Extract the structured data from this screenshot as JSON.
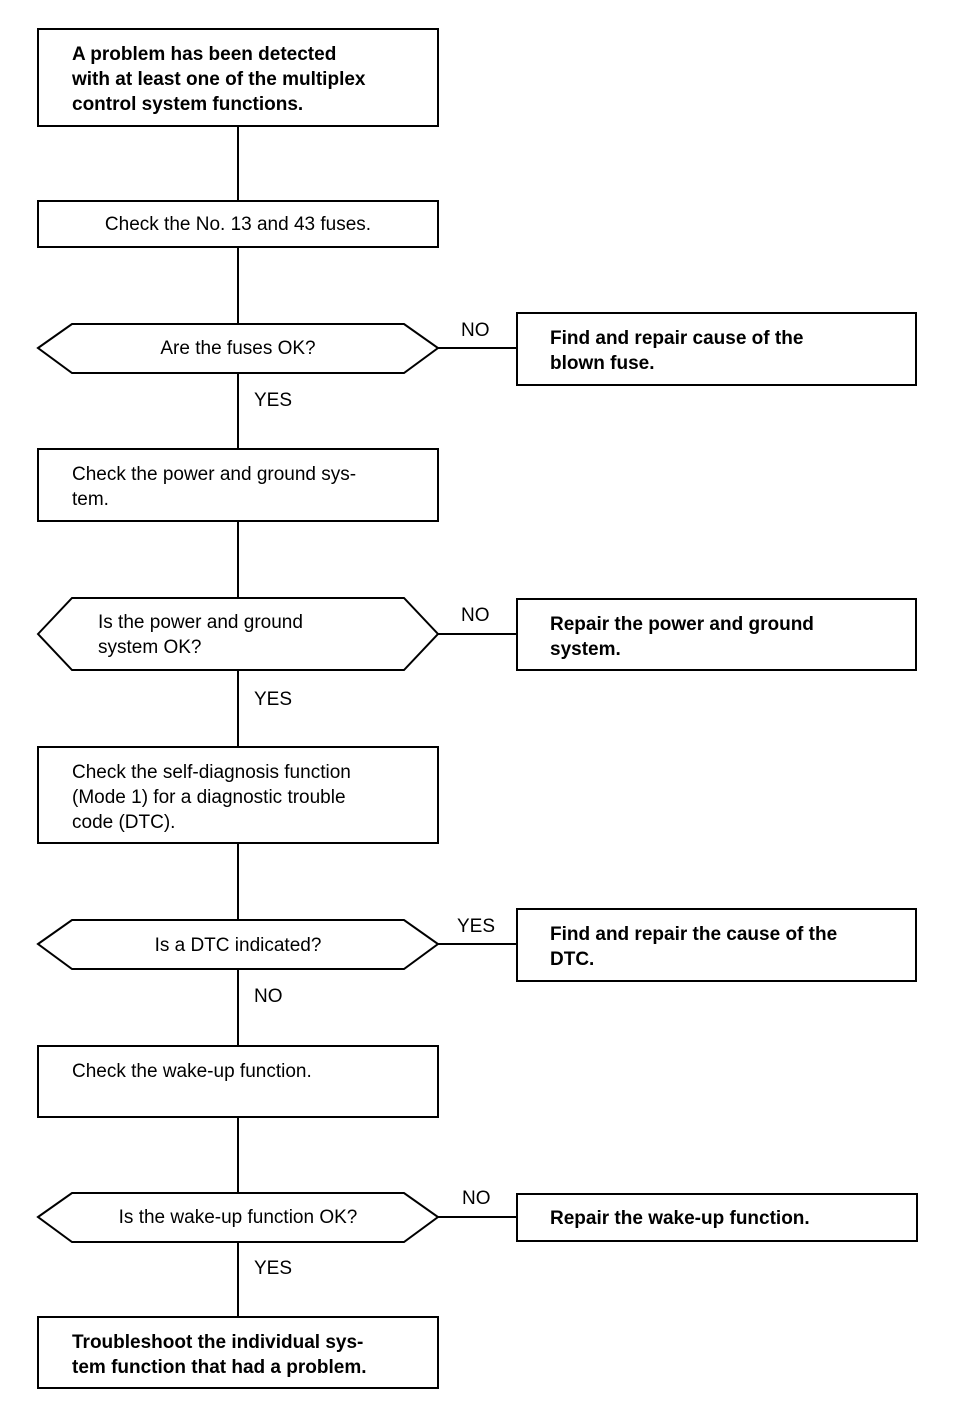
{
  "flowchart": {
    "start": "A problem has been detected\nwith at least one of the multiplex\ncontrol system functions.",
    "step1": "Check the No. 13 and 43 fuses.",
    "decision1": "Are the fuses OK?",
    "decision1_no_label": "NO",
    "decision1_no_action": "Find and repair cause of the\nblown fuse.",
    "decision1_yes_label": "YES",
    "step2": "Check the power and ground sys-\ntem.",
    "decision2": "Is the power and ground\nsystem OK?",
    "decision2_no_label": "NO",
    "decision2_no_action": "Repair the power and ground\nsystem.",
    "decision2_yes_label": "YES",
    "step3": "Check the self-diagnosis function\n(Mode 1) for a diagnostic trouble\ncode (DTC).",
    "decision3": "Is a DTC indicated?",
    "decision3_yes_label": "YES",
    "decision3_yes_action": "Find and repair the cause of the\nDTC.",
    "decision3_no_label": "NO",
    "step4": "Check the wake-up function.",
    "decision4": "Is the wake-up function OK?",
    "decision4_no_label": "NO",
    "decision4_no_action": "Repair the wake-up function.",
    "decision4_yes_label": "YES",
    "end": "Troubleshoot the individual sys-\ntem function that had a problem."
  }
}
